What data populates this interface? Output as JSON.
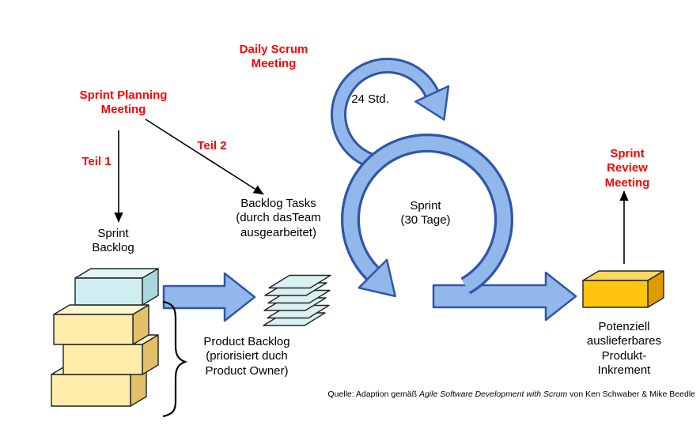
{
  "labels": {
    "daily_scrum_meeting": "Daily Scrum\nMeeting",
    "sprint_planning_meeting": "Sprint Planning\nMeeting",
    "teil_1": "Teil 1",
    "teil_2": "Teil 2",
    "daily_cycle": "24 Std.",
    "sprint_cycle": "Sprint\n(30 Tage)",
    "sprint_review_meeting": "Sprint Review\nMeeting",
    "sprint_backlog": "Sprint\nBacklog",
    "backlog_tasks": "Backlog Tasks\n(durch dasTeam\nausgearbeitet)",
    "product_backlog": "Product Backlog\n(priorisiert duch\nProduct Owner)",
    "product_increment": "Potenziell\nauslieferbares\nProdukt-Inkrement",
    "source_prefix": "Quelle: Adaption gemäß ",
    "source_title": "Agile Software Development with Scrum",
    "source_suffix": " von Ken Schwaber & Mike Beedle"
  },
  "colors": {
    "highlight_text": "#ff0000",
    "flow_arrow_fill": "#92b7ea",
    "flow_arrow_stroke": "#3056a8",
    "sprint_backlog_box": "#cfeef2",
    "product_backlog_box": "#ffeca8",
    "task_cards": "#d9f1f1",
    "increment_box": "#ffc40d"
  }
}
